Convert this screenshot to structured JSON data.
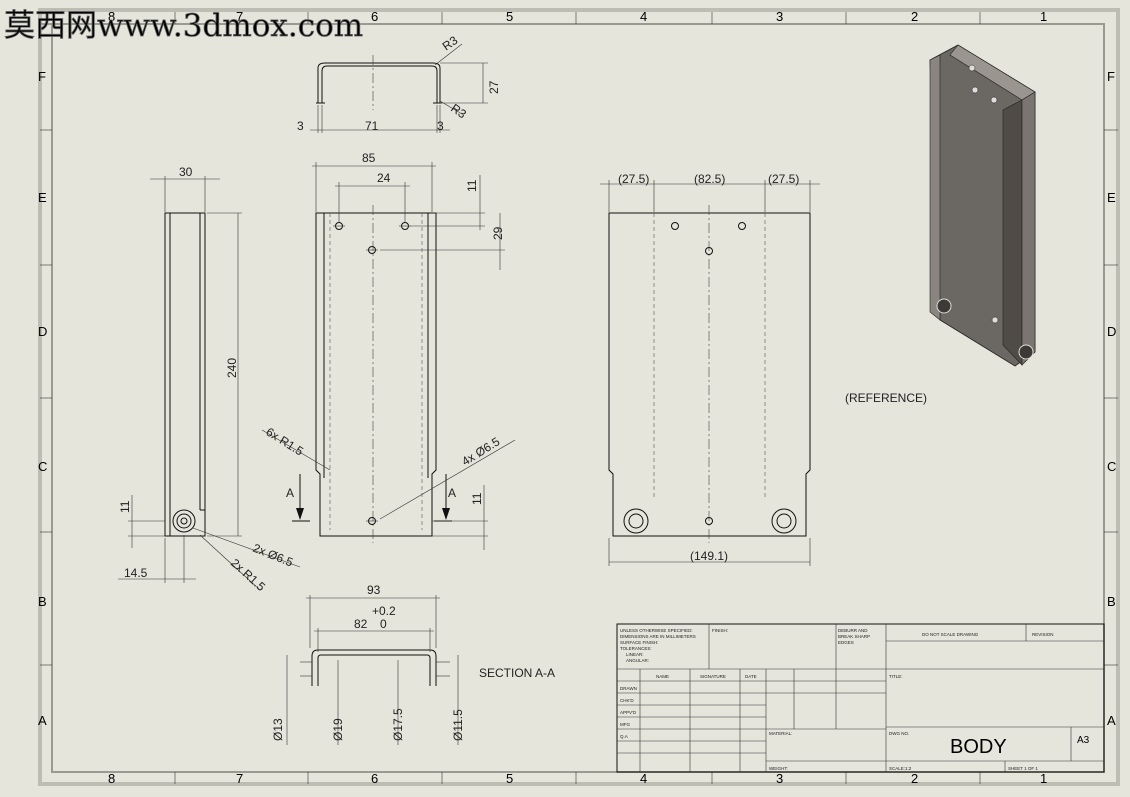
{
  "watermark": "莫西网www.3dmox.com",
  "border": {
    "columns": [
      "8",
      "7",
      "6",
      "5",
      "4",
      "3",
      "2",
      "1"
    ],
    "rows": [
      "F",
      "E",
      "D",
      "C",
      "B",
      "A"
    ]
  },
  "top_view": {
    "r_top": "R3",
    "r_bottom": "R3",
    "height": "27",
    "left": "3",
    "width": "71",
    "right": "3"
  },
  "side_view": {
    "width": "30",
    "height": "240",
    "bottom": "11",
    "offset": "14.5",
    "holes": "2x Ø6.5",
    "radius": "2x R1.5"
  },
  "front_view": {
    "width": "85",
    "hole_spacing": "24",
    "top_offset": "11",
    "hole_drop": "29",
    "radius": "6x R1.5",
    "holes": "4x Ø6.5",
    "bottom_offset": "11",
    "section_label_left": "A",
    "section_label_right": "A"
  },
  "flat_view": {
    "left": "(27.5)",
    "middle": "(82.5)",
    "right": "(27.5)",
    "total": "(149.1)"
  },
  "reference_label": "(REFERENCE)",
  "section_view": {
    "outer": "93",
    "tol_upper": "+0.2",
    "inner": "82",
    "tol_lower": "0",
    "title": "SECTION A-A",
    "d1": "Ø13",
    "d2": "Ø19",
    "d3": "Ø17.5",
    "d4": "Ø11.5"
  },
  "title_block": {
    "notes": [
      "UNLESS OTHERWISE SPECIFIED:",
      "DIMENSIONS ARE IN MILLIMETERS",
      "SURFACE FINISH:",
      "TOLERANCES:",
      "LINEAR:",
      "ANGULAR:"
    ],
    "finish": "FINISH:",
    "deburr": [
      "DEBURR AND",
      "BREAK SHARP",
      "EDGES"
    ],
    "no_scale": "DO NOT SCALE DRAWING",
    "revision": "REVISION",
    "col_name": "NAME",
    "col_signature": "SIGNATURE",
    "col_date": "DATE",
    "rows": [
      "DRAWN",
      "CHK'D",
      "APPV'D",
      "MFG",
      "Q.A"
    ],
    "title_label": "TITLE:",
    "material_label": "MATERIAL:",
    "dwg_label": "DWG NO.",
    "title": "BODY",
    "size": "A3",
    "weight_label": "WEIGHT:",
    "scale": "SCALE:1:2",
    "sheet": "SHEET 1 OF 1"
  },
  "colors": {
    "paper": "#e5e5dc",
    "line": "#111111",
    "frame": "#9a9a92",
    "model": "#5d5955"
  }
}
